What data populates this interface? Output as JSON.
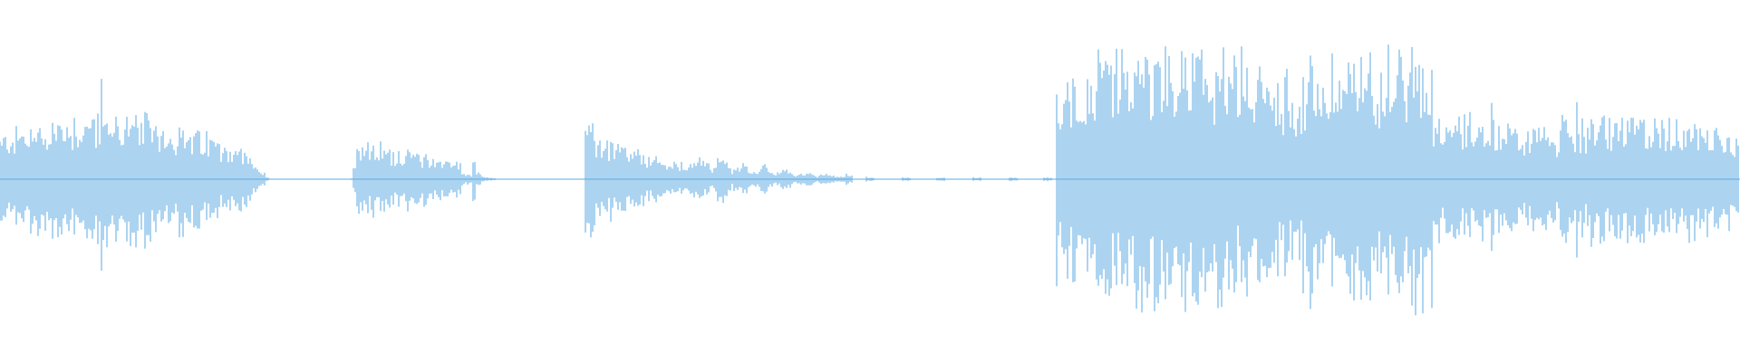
{
  "waveform": {
    "color": "#5aaae3",
    "background": "#ffffff",
    "baseline_visible": true,
    "segments": [
      {
        "start": 0.0,
        "end": 0.155,
        "peak": 0.42,
        "style": "dense"
      },
      {
        "start": 0.155,
        "end": 0.202,
        "peak": 0.01,
        "style": "silence"
      },
      {
        "start": 0.202,
        "end": 0.265,
        "peak": 0.25,
        "style": "tapered"
      },
      {
        "start": 0.265,
        "end": 0.285,
        "peak": 0.18,
        "style": "decay"
      },
      {
        "start": 0.285,
        "end": 0.336,
        "peak": 0.01,
        "style": "silence"
      },
      {
        "start": 0.336,
        "end": 0.49,
        "peak": 0.34,
        "style": "percussive"
      },
      {
        "start": 0.49,
        "end": 0.607,
        "peak": 0.02,
        "style": "blips"
      },
      {
        "start": 0.607,
        "end": 1.0,
        "peak": 0.8,
        "style": "loud"
      }
    ]
  }
}
